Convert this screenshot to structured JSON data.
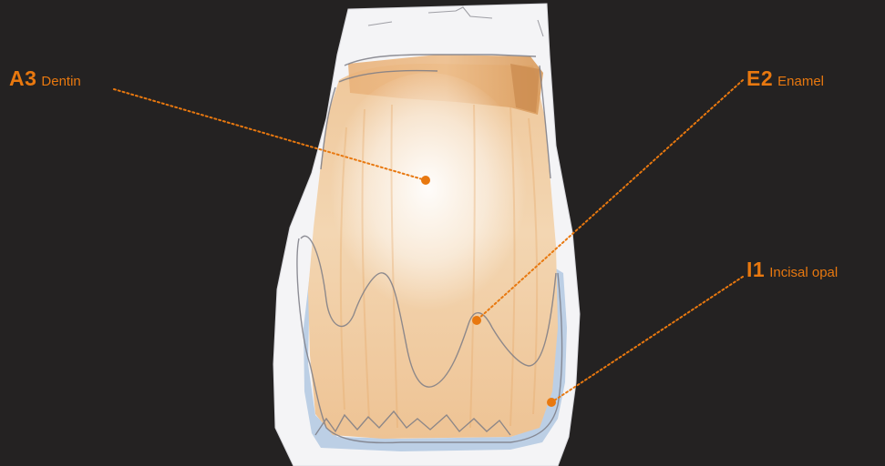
{
  "accent_color": "#e8780f",
  "background_color": "#242222",
  "illustration": {
    "subject": "tooth-crown-layering-sketch",
    "icon": "tooth-sketch"
  },
  "labels": [
    {
      "id": "dentin",
      "code": "A3",
      "name": "Dentin"
    },
    {
      "id": "enamel",
      "code": "E2",
      "name": "Enamel"
    },
    {
      "id": "incisal",
      "code": "I1",
      "name": "Incisal opal"
    }
  ]
}
